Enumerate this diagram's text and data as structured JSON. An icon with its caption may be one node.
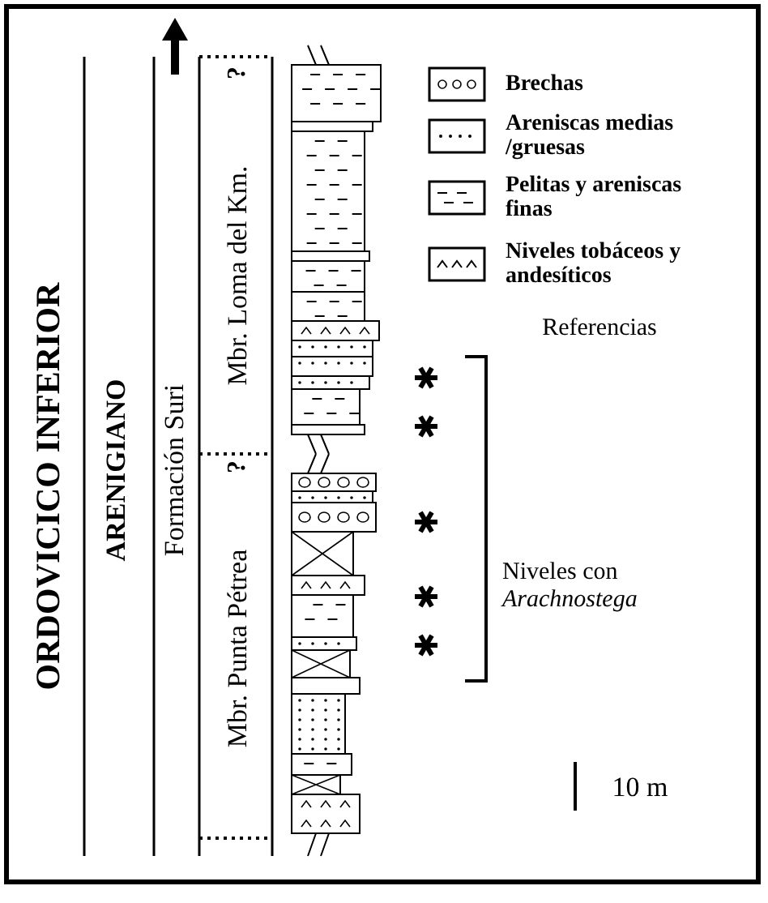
{
  "diagram": {
    "labels": [
      "ORDOVICICO INFERIOR",
      "ARENIGIANO",
      "Formación Suri",
      "?",
      "Mbr. Loma del Km.",
      "?",
      "Mbr. Punta Pétrea",
      "Referencias",
      "Niveles con *Arachnostega*",
      "10 m"
    ],
    "legend": [
      {
        "text": "Brechas"
      },
      {
        "text": "Areniscas medias /gruesas"
      },
      {
        "text": "Pelitas y areniscas finas"
      },
      {
        "text": "Niveles tobáceos y andesíticos"
      }
    ]
  }
}
